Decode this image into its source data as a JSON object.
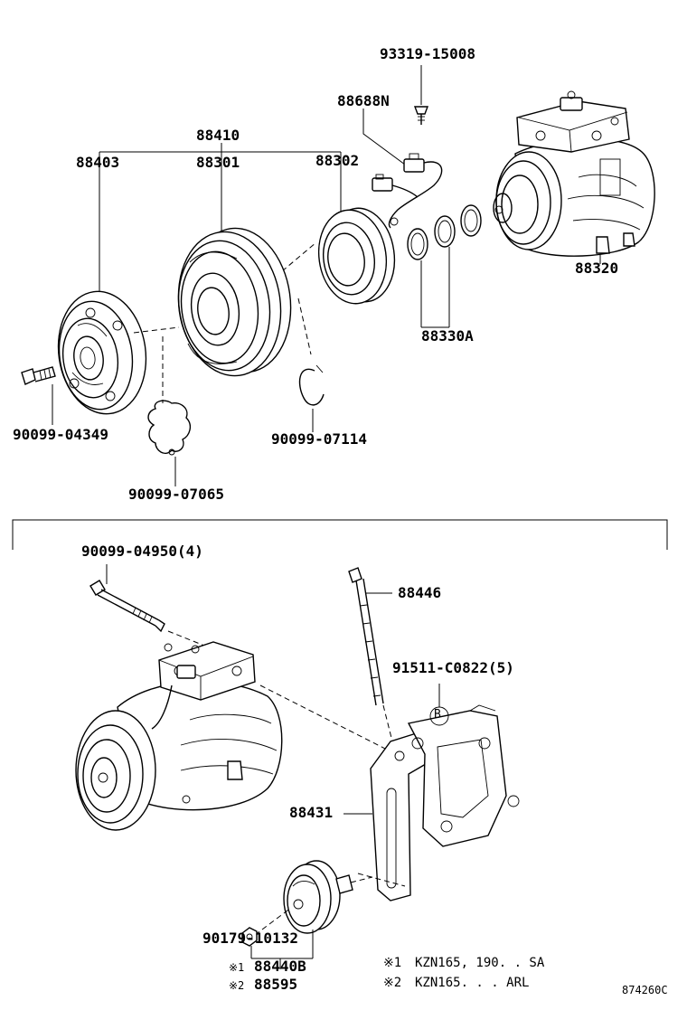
{
  "labels": {
    "p93319": "93319-15008",
    "p88688n": "88688N",
    "p88410": "88410",
    "p88403": "88403",
    "p88301": "88301",
    "p88302": "88302",
    "p88320": "88320",
    "p88330a": "88330A",
    "p90099_04349": "90099-04349",
    "p90099_07114": "90099-07114",
    "p90099_07065": "90099-07065",
    "p90099_04950": "90099-04950(4)",
    "p88446": "88446",
    "p91511": "91511-C0822(5)",
    "callout_b": "B",
    "p88431": "88431",
    "p90179": "90179-10132",
    "p88440b": "88440B",
    "p88595": "88595",
    "mark1": "※1",
    "mark2": "※2"
  },
  "notes": {
    "n1_mark": "※1",
    "n1_text": "KZN165, 190. . SA",
    "n2_mark": "※2",
    "n2_text": "KZN165. . . ARL"
  },
  "figure_code": "874260C"
}
